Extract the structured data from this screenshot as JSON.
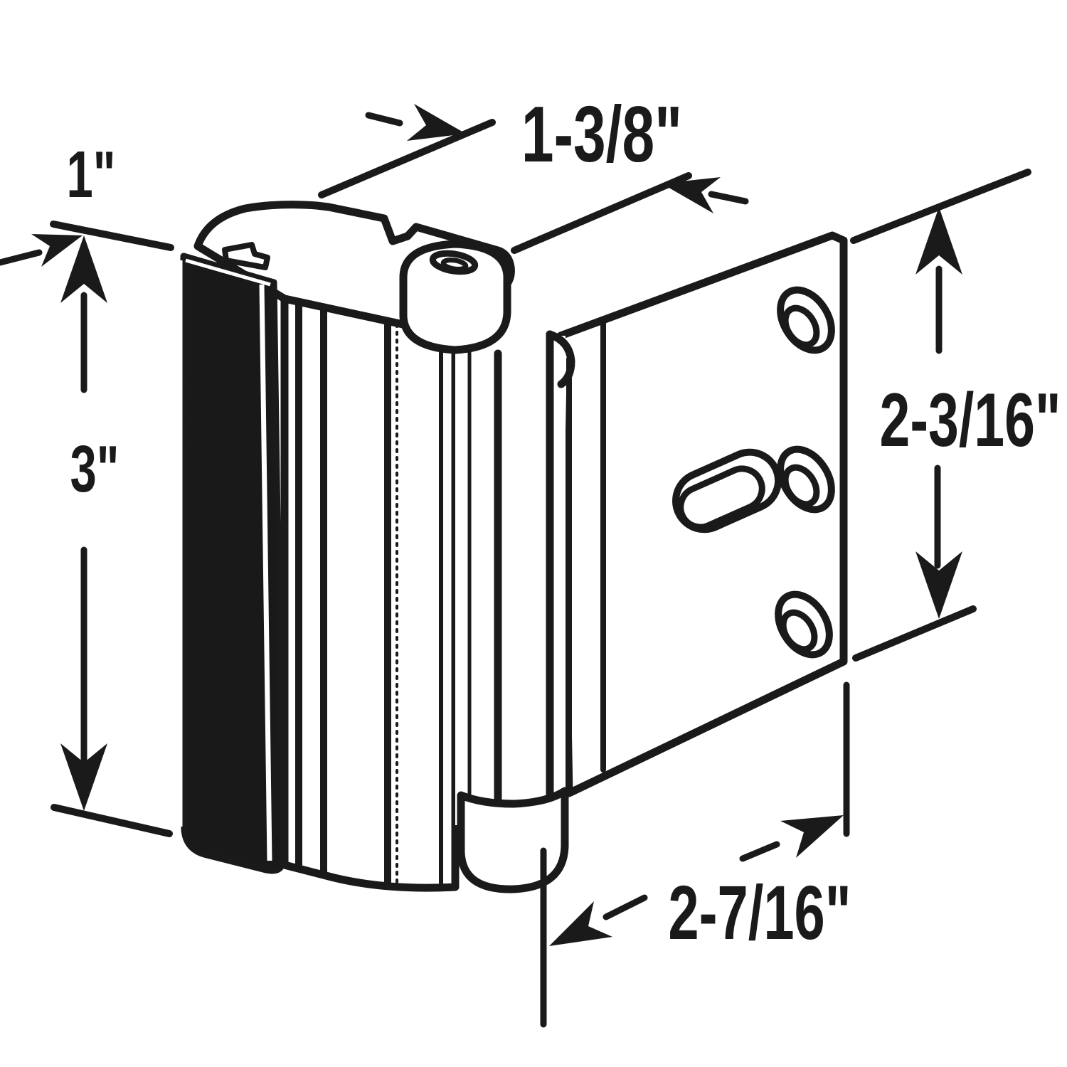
{
  "meta": {
    "figure": "door-reinforcement-lock-dimension-diagram",
    "background_color": "#ffffff",
    "line_color": "#1a1a1a",
    "pad_color": "#191919"
  },
  "dimensions": {
    "pad_depth": {
      "label": "1\""
    },
    "body_height": {
      "label": "3\""
    },
    "top_width": {
      "label": "1-3/8\""
    },
    "plate_height": {
      "label": "2-3/16\""
    },
    "plate_width": {
      "label": "2-7/16\""
    }
  }
}
